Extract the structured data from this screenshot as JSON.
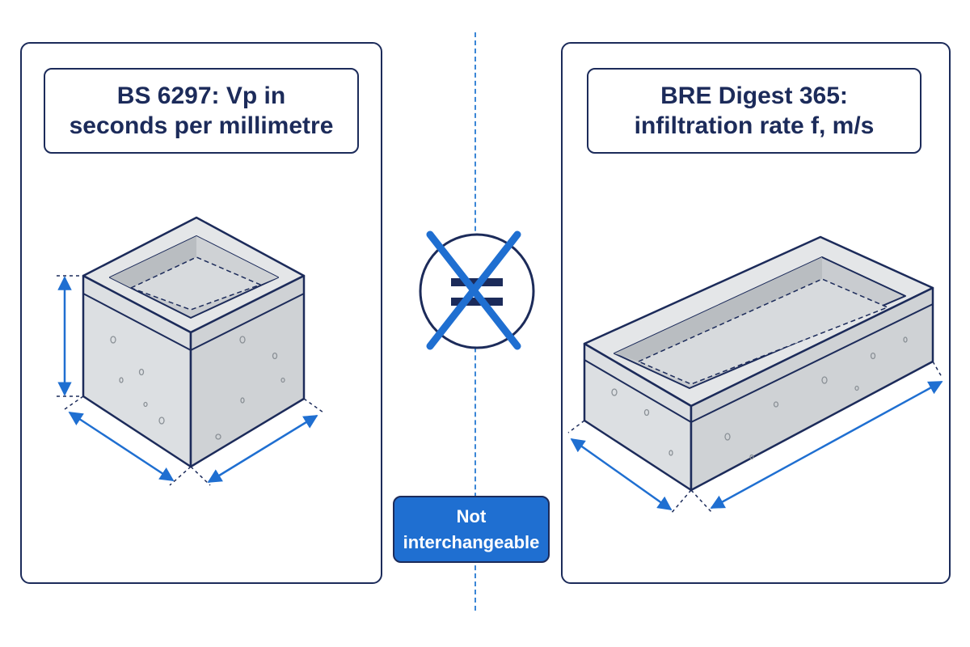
{
  "left_panel": {
    "title_line1": "BS 6297: Vp in",
    "title_line2": "seconds per millimetre"
  },
  "right_panel": {
    "title_line1": "BRE Digest 365:",
    "title_line2": "infiltration rate f, m/s"
  },
  "center": {
    "symbol": "not-equal-icon",
    "badge_line1": "Not",
    "badge_line2": "interchangeable"
  },
  "colors": {
    "navy": "#1c2b5a",
    "accent_blue": "#1f6fd1",
    "concrete_light": "#e4e6e8",
    "concrete_mid": "#d2d5d8",
    "concrete_dark": "#b9bdc1"
  }
}
